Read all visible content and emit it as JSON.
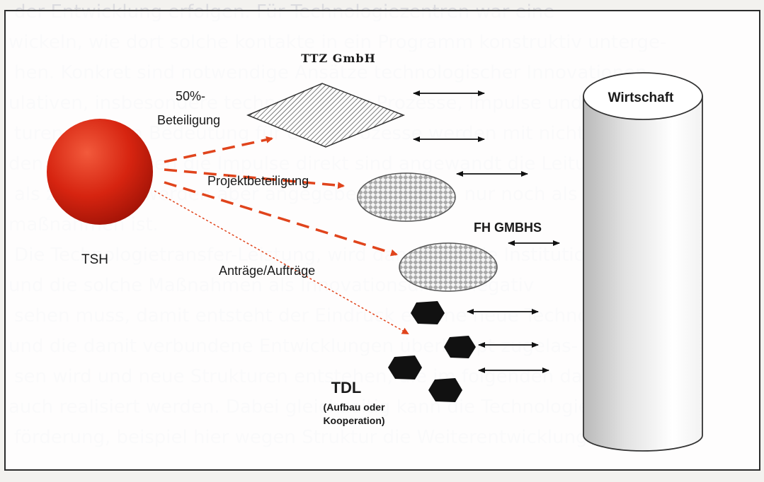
{
  "background_text": [
    "der Entwicklung erfolgen. Für Technologiezentren war eine",
    "wickeln, wie dort solche kontakte in ein Programm konstruktiv unterge-",
    "hen. Konkret sind notwendige Ansätze technologischer Innovationen",
    "ulativen, insbesondere technologischer Prozesse, Impulse und Struk-",
    "turen, die von Bedeutung für diese Prozesse werden mit nicht einfach",
    "den Verbindungen die Impulse direkt sind angewandt die Leitungen",
    "als zu finden, werden aber angegeben, sie dann nur noch als Ansatz",
    "maßnahmen ist.",
    "Die Technologietransfer-Leistung, wird dann eine die Institution ist",
    "und die solche Maßnahmen als Innovationsdruck negativ",
    "sehen muss, damit entsteht der Eindruck es eine neue Technologie",
    "und die damit verbundene Entwicklungen überhaupt zugelas-",
    "sen wird und neue Strukturen entstehen, die im folgenden dann",
    "auch realisiert werden. Dabei gleichzeitig kann die Technologie-",
    "förderung, beispiel hier wegen Struktur die Weiterentwicklung"
  ],
  "diagram": {
    "tsh_label": "TSH",
    "ttz_label": "TTZ GmbH",
    "beteiligung_label_line1": "50%-",
    "beteiligung_label_line2": "Beteiligung",
    "projekt_label": "Projektbeteiligung",
    "antraege_label": "Anträge/Aufträge",
    "fh_label": "FH GMBHS",
    "tdl_label": "TDL",
    "tdl_sub_line1": "(Aufbau oder",
    "tdl_sub_line2": "Kooperation)",
    "wirtschaft_label": "Wirtschaft"
  },
  "colors": {
    "tsh_sphere": "#d62410",
    "arrow_red": "#e0441c",
    "dark": "#111111"
  }
}
